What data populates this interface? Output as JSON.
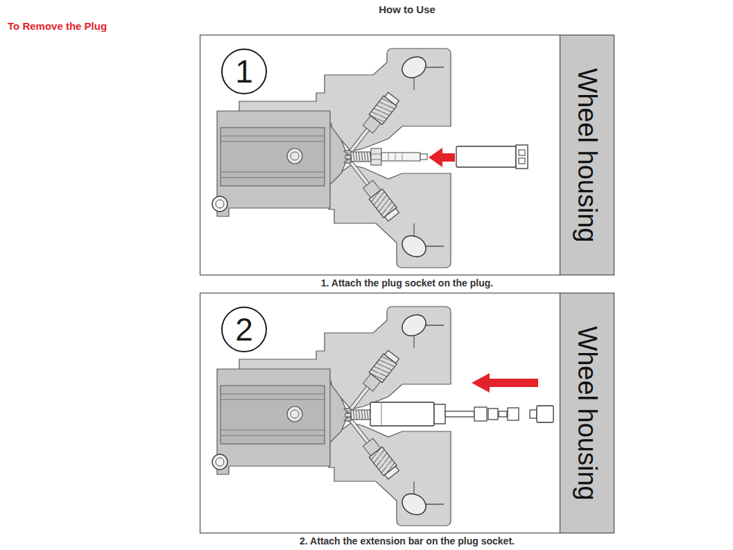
{
  "diagram": {
    "title": "How to Use",
    "nodes": [
      {
        "text": [
          "1. Attach the plug socket on the plug."
        ]
      },
      {
        "text": [
          "1"
        ],
        "in": 0
      },
      {
        "text": [
          "Wheel housing"
        ],
        "in": 0
      },
      {
        "text": [
          "2. Attach the extension bar on the plug socket."
        ]
      },
      {
        "text": [
          "2"
        ],
        "in": 3
      },
      {
        "text": [
          "Wheel housing"
        ],
        "in": 3
      }
    ],
    "labels": [
      "To Remove the Plug"
    ]
  }
}
